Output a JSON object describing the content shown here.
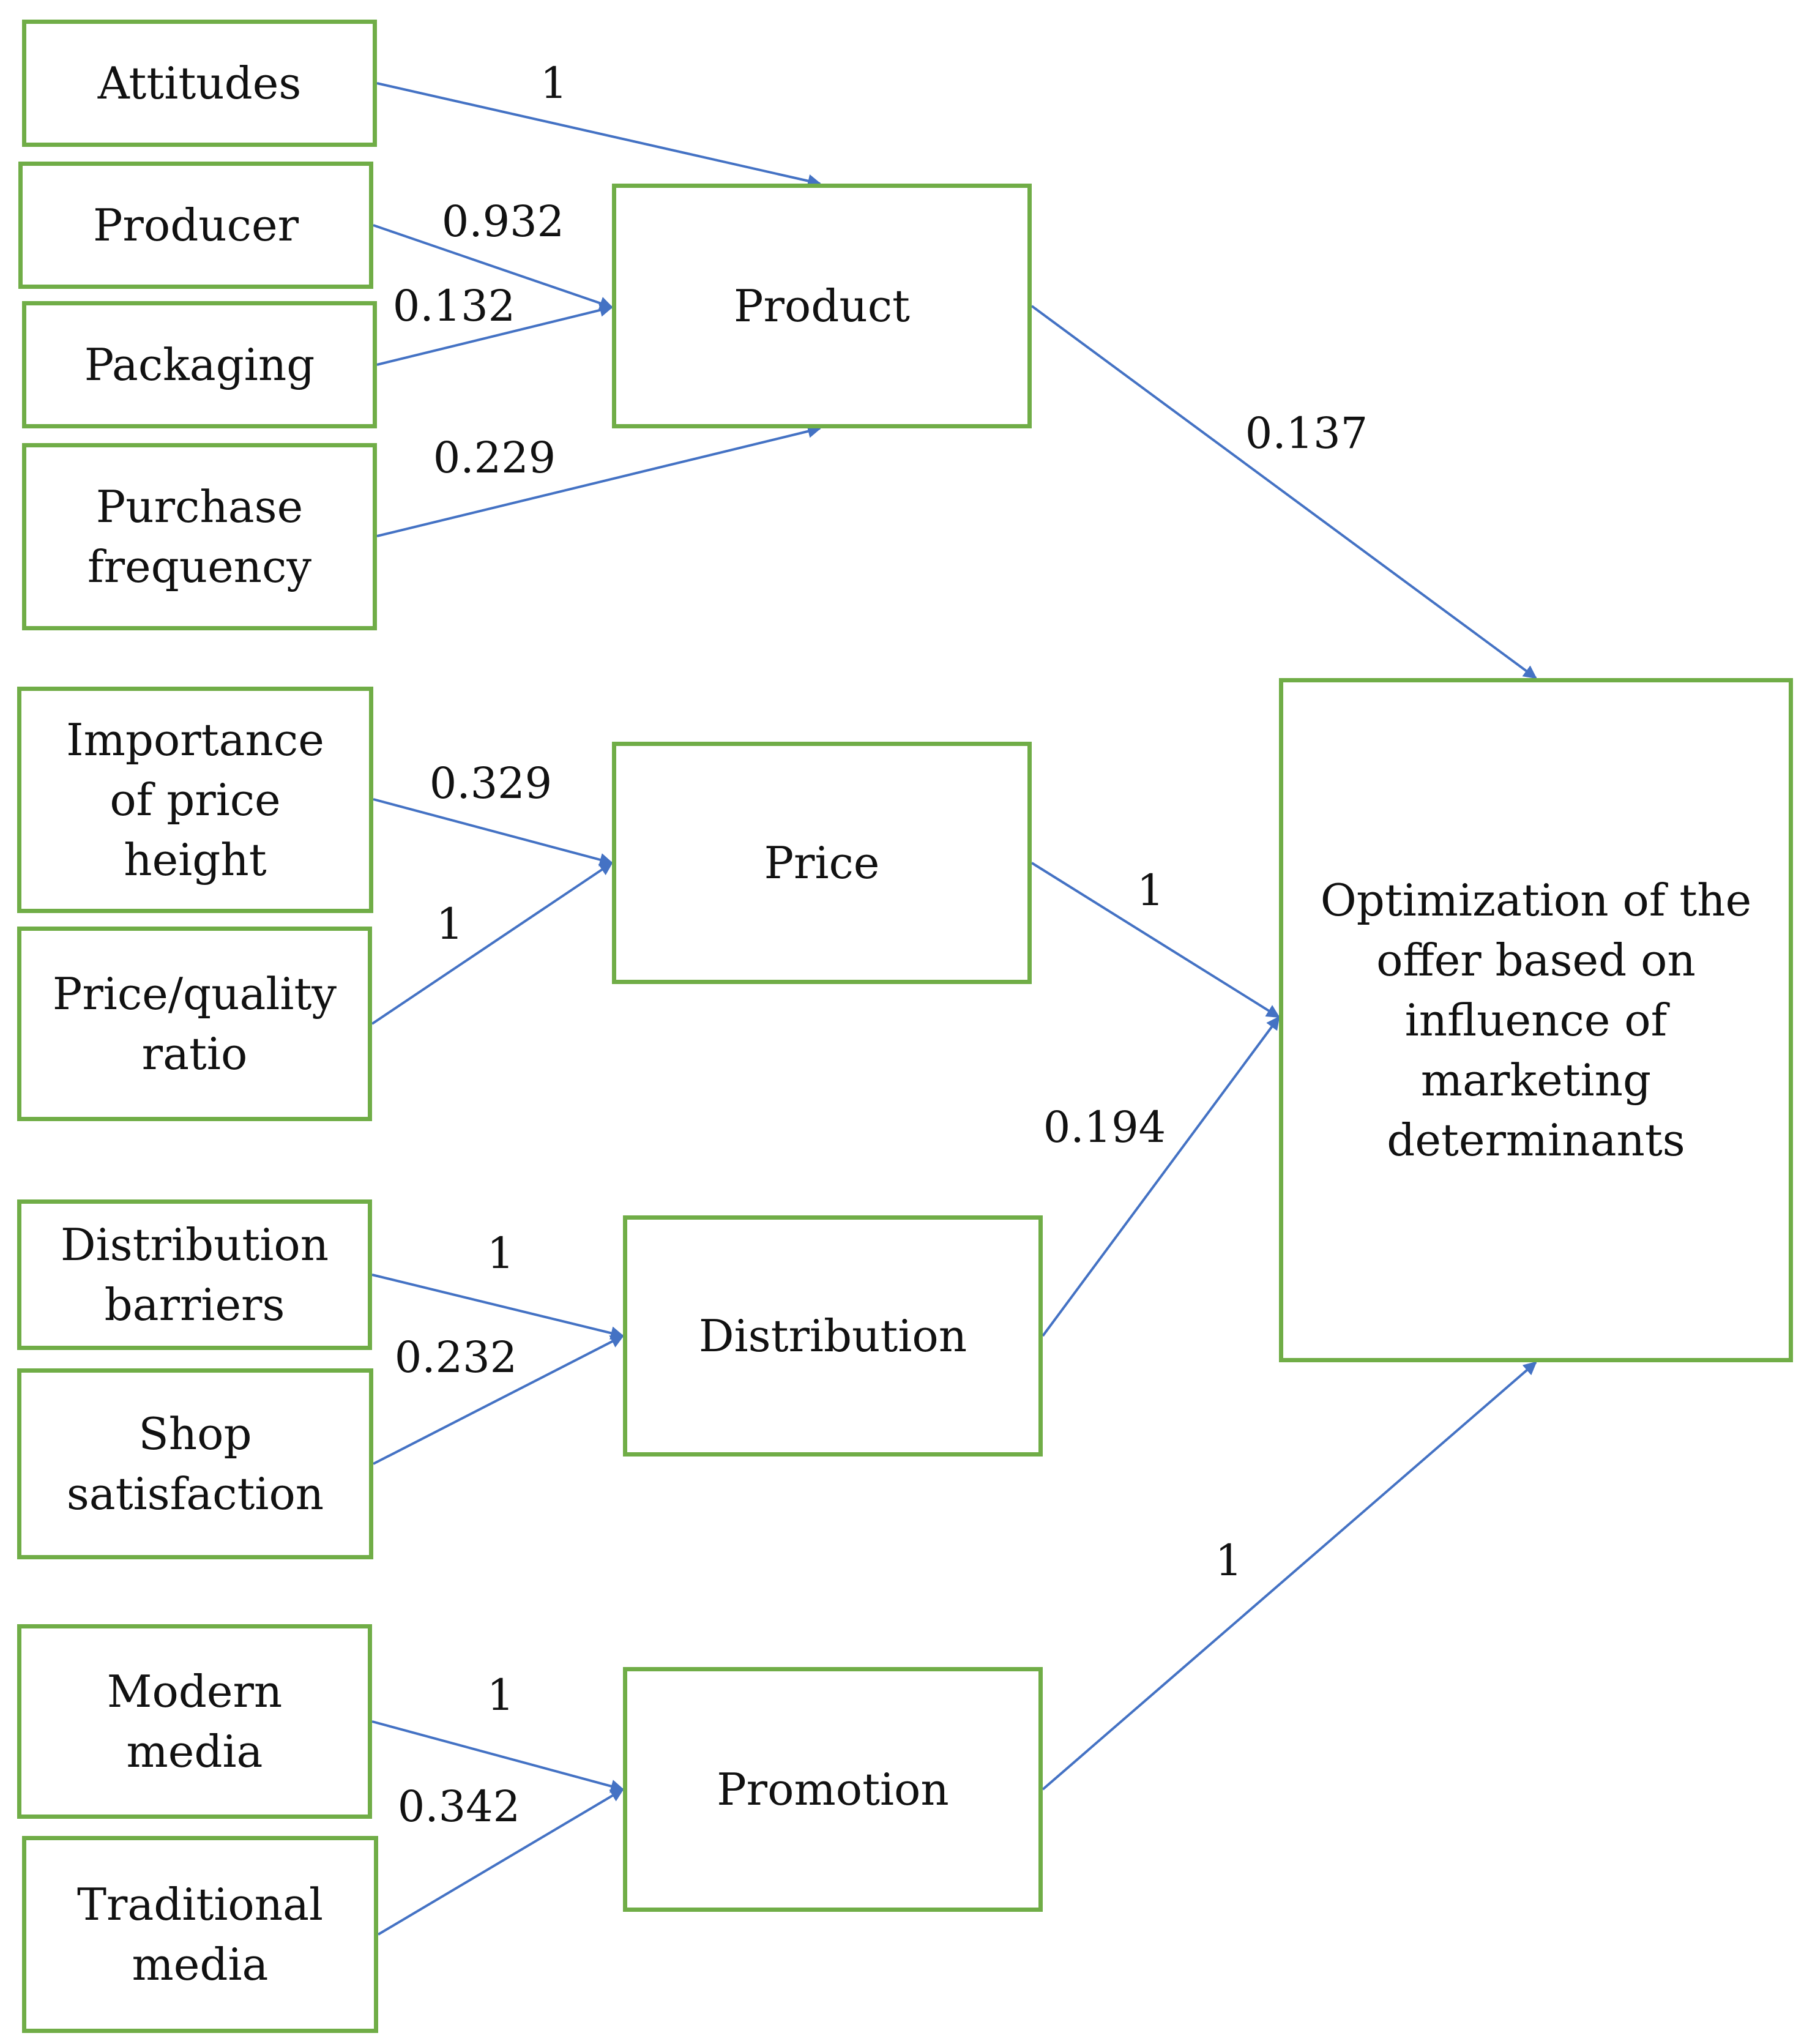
{
  "colors": {
    "box_border": "#70ad47",
    "arrow": "#4472c4",
    "text": "#111111"
  },
  "nodes": {
    "attitudes": "Attitudes",
    "producer": "Producer",
    "packaging": "Packaging",
    "purchase_frequency": "Purchase\nfrequency",
    "importance_price_height": "Importance\nof price\nheight",
    "price_quality_ratio": "Price/quality\nratio",
    "distribution_barriers": "Distribution\nbarriers",
    "shop_satisfaction": "Shop\nsatisfaction",
    "modern_media": "Modern\nmedia",
    "traditional_media": "Traditional\nmedia",
    "product": "Product",
    "price": "Price",
    "distribution": "Distribution",
    "promotion": "Promotion",
    "optimization": "Optimization of the\noffer based on\ninfluence of\nmarketing\ndeterminants"
  },
  "edges": [
    {
      "from": "attitudes",
      "to": "product",
      "weight": "1"
    },
    {
      "from": "producer",
      "to": "product",
      "weight": "0.932"
    },
    {
      "from": "packaging",
      "to": "product",
      "weight": "0.132"
    },
    {
      "from": "purchase_frequency",
      "to": "product",
      "weight": "0.229"
    },
    {
      "from": "importance_price_height",
      "to": "price",
      "weight": "0.329"
    },
    {
      "from": "price_quality_ratio",
      "to": "price",
      "weight": "1"
    },
    {
      "from": "distribution_barriers",
      "to": "distribution",
      "weight": "1"
    },
    {
      "from": "shop_satisfaction",
      "to": "distribution",
      "weight": "0.232"
    },
    {
      "from": "modern_media",
      "to": "promotion",
      "weight": "1"
    },
    {
      "from": "traditional_media",
      "to": "promotion",
      "weight": "0.342"
    },
    {
      "from": "product",
      "to": "optimization",
      "weight": "0.137"
    },
    {
      "from": "price",
      "to": "optimization",
      "weight": "1"
    },
    {
      "from": "distribution",
      "to": "optimization",
      "weight": "0.194"
    },
    {
      "from": "promotion",
      "to": "optimization",
      "weight": "1"
    }
  ]
}
